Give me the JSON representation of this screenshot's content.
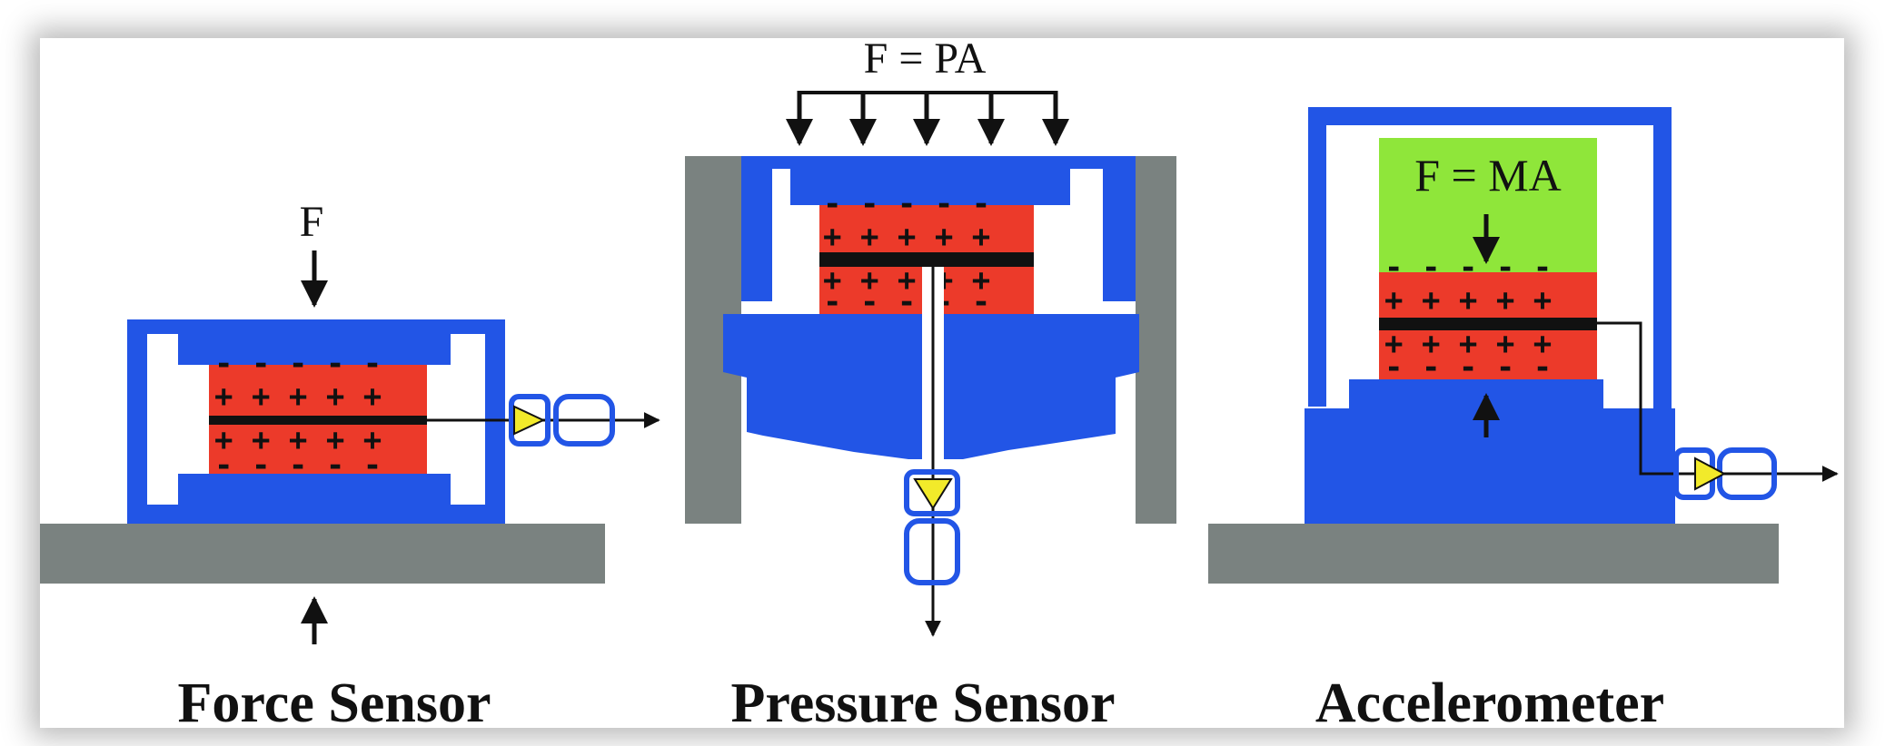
{
  "colors": {
    "housing": "#2255e6",
    "crystal": "#ec3a2a",
    "mass": "#8fe63a",
    "base": "#7a8280",
    "amplifier": "#f2ea2a",
    "electrode": "#111111"
  },
  "force_sensor": {
    "force_label": "F",
    "caption": "Force Sensor",
    "plus_row": "+ + + + +",
    "minus_row": "- - - - -"
  },
  "pressure_sensor": {
    "force_label": "F = PA",
    "caption": "Pressure Sensor",
    "plus_row": "+ + + + +",
    "minus_row": "- - - - -"
  },
  "accelerometer": {
    "force_label": "F = MA",
    "caption": "Accelerometer",
    "plus_row": "+ + + + +",
    "minus_row": "- - - - -"
  },
  "icons": [
    "arrow-down-icon",
    "arrow-up-icon",
    "arrow-right-icon",
    "amplifier-triangle-icon",
    "connector-icon"
  ]
}
